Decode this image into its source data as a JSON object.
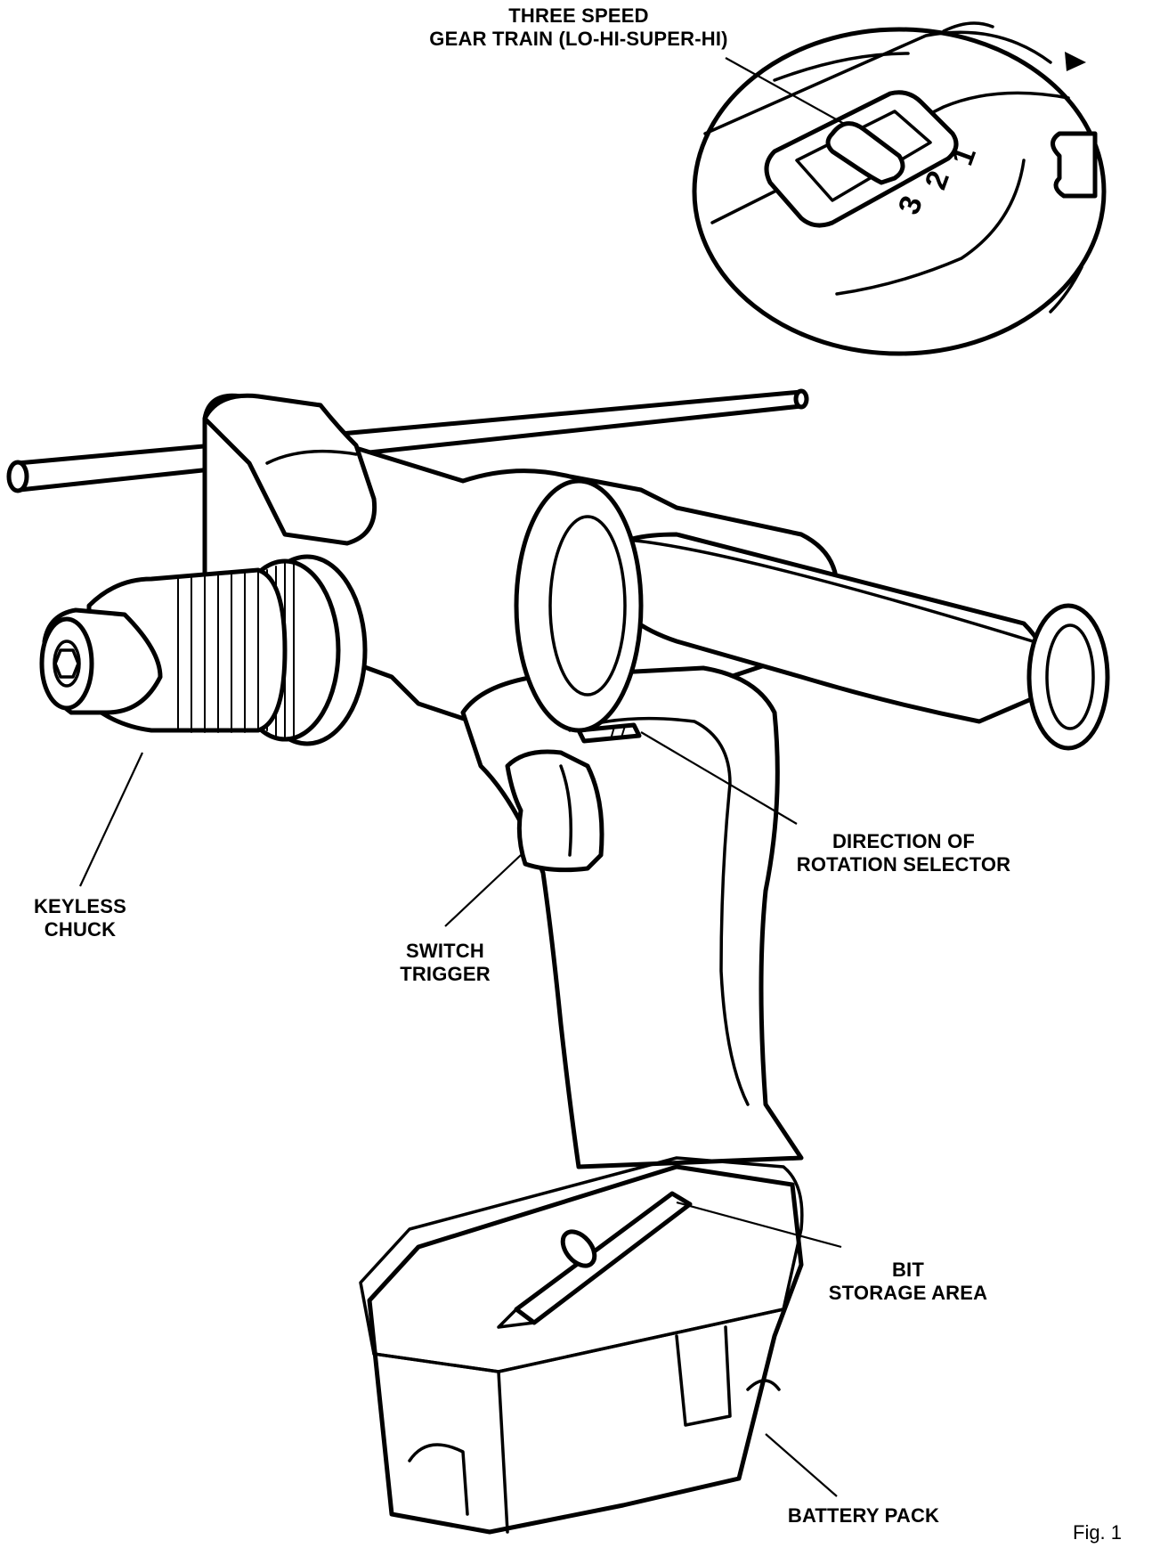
{
  "labels": {
    "gear_train": [
      "THREE SPEED",
      "GEAR TRAIN (LO-HI-SUPER-HI)"
    ],
    "keyless_chuck": [
      "KEYLESS",
      "CHUCK"
    ],
    "switch_trigger": [
      "SWITCH",
      "TRIGGER"
    ],
    "direction_selector": [
      "DIRECTION OF",
      "ROTATION SELECTOR"
    ],
    "bit_storage": [
      "BIT",
      "STORAGE AREA"
    ],
    "battery_pack": "BATTERY PACK"
  },
  "gear_positions": [
    "1",
    "2",
    "3"
  ],
  "figure_label": "Fig. 1"
}
